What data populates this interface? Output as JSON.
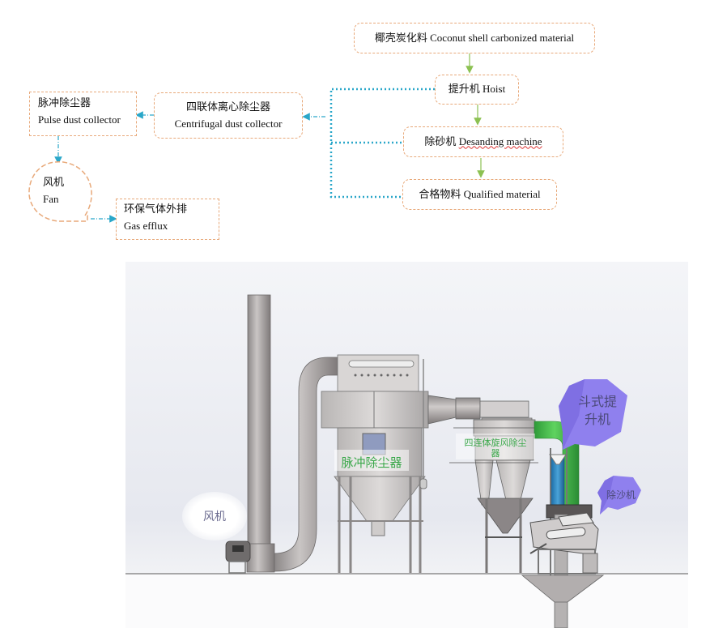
{
  "flowchart": {
    "nodes": {
      "coconut": {
        "cn": "椰壳炭化料",
        "en": "Coconut shell carbonized material"
      },
      "hoist": {
        "cn": "提升机",
        "en": "Hoist"
      },
      "desanding": {
        "cn": "除砂机",
        "en": "Desanding machine"
      },
      "qualified": {
        "cn": "合格物料",
        "en": "Qualified material"
      },
      "centrifugal": {
        "cn": "四联体离心除尘器",
        "en": "Centrifugal dust collector"
      },
      "pulse": {
        "cn": "脉冲除尘器",
        "en": "Pulse dust collector"
      },
      "fan": {
        "cn": "风机",
        "en": "Fan"
      },
      "gas": {
        "cn": "环保气体外排",
        "en": "Gas efflux"
      }
    },
    "colors": {
      "node_border": "#e8a97a",
      "material_arrow": "#8cc152",
      "dust_line": "#2aa7c9"
    }
  },
  "illustration": {
    "labels": {
      "fan": "风机",
      "pulse_collector": "脉冲除尘器",
      "cyclone_line1": "四连体旋风除尘",
      "cyclone_line2": "器",
      "elevator_line1": "斗式提",
      "elevator_line2": "升机",
      "desander": "除沙机"
    },
    "colors": {
      "callout_purple": "#8f80ee",
      "label_green": "#3aa84a",
      "duct_green": "#3cb043",
      "steel": "#a9a6a6"
    }
  }
}
